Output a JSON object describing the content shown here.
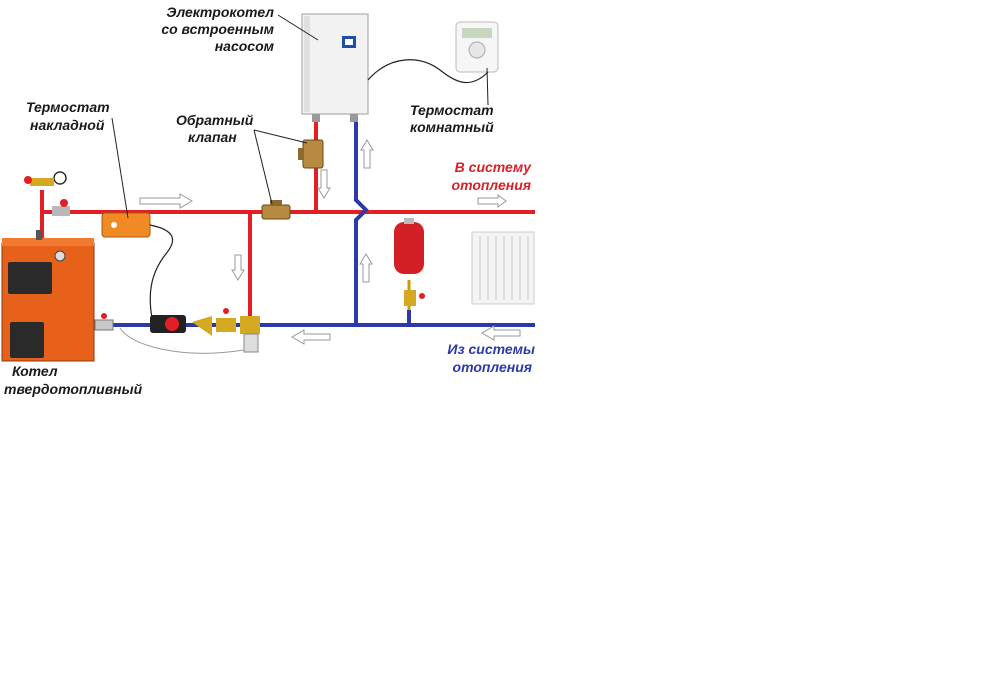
{
  "labels": {
    "electric_boiler": [
      "Электрокотел",
      "со встроенным",
      "насосом"
    ],
    "room_thermostat": [
      "Термостат",
      "комнатный"
    ],
    "pipe_thermostat": [
      "Термостат",
      "накладной"
    ],
    "check_valve": [
      "Обратный",
      "клапан"
    ],
    "to_heating": [
      "В систему",
      "отопления"
    ],
    "from_heating": [
      "Из системы",
      "отопления"
    ],
    "solid_fuel_boiler": [
      "Котел",
      "твердотопливный"
    ]
  },
  "colors": {
    "supply_pipe": "#e31e24",
    "return_pipe": "#2b3aa8",
    "label_supply": "#d8202a",
    "label_return": "#2b3aa8",
    "boiler_body": "#e8611a",
    "expansion_tank": "#d31f26"
  }
}
